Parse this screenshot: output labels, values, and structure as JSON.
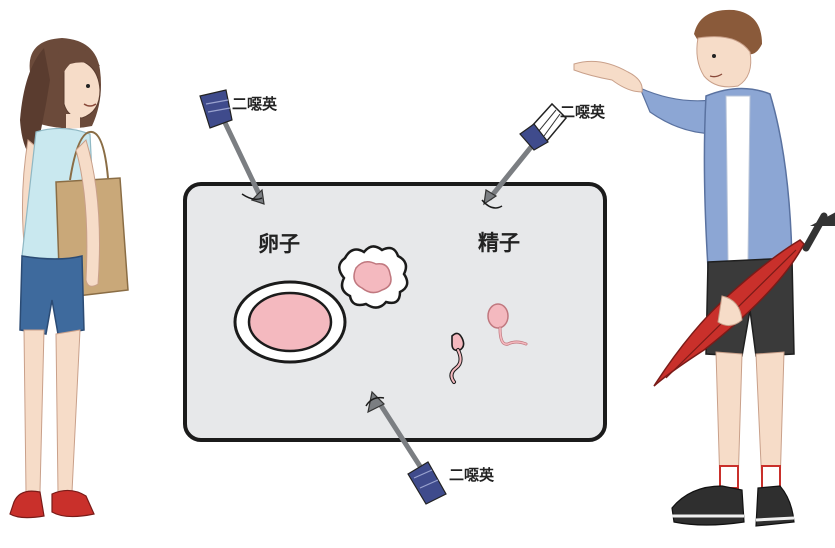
{
  "labels": {
    "arrow_top_left": "二噁英",
    "arrow_top_right": "二噁英",
    "arrow_bottom": "二噁英",
    "egg": "卵子",
    "sperm": "精子"
  },
  "colors": {
    "panel_fill": "#e7e8ea",
    "panel_stroke": "#1b1b1b",
    "cell_pink": "#f4b9bf",
    "arrow_shaft": "#7b7e82",
    "arrow_fletch": "#3f4b8c",
    "umbrella_red": "#c9302b",
    "jacket_blue": "#8ca6d4",
    "shirt_cyan": "#c9e8ef",
    "shorts_blue": "#3e6a9d",
    "bag_tan": "#c9a879"
  }
}
